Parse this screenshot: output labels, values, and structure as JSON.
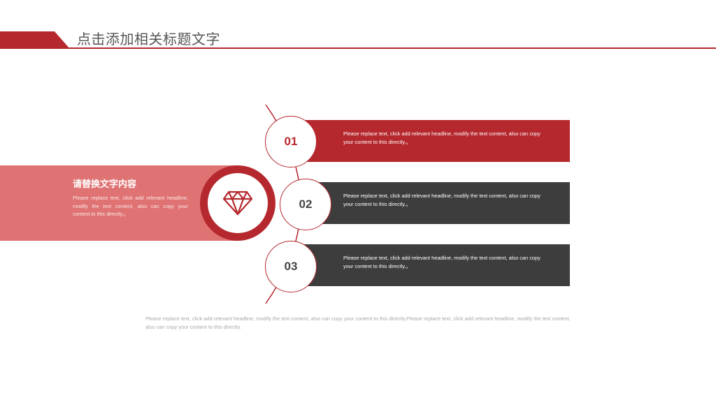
{
  "header": {
    "title": "点击添加相关标题文字"
  },
  "side_panel": {
    "title": "请替换文字内容",
    "body": "Please replace text, click add relevant headline, modify the text content, also can copy your content to this directly.。"
  },
  "center_icon": "diamond-icon",
  "items": [
    {
      "number": "01",
      "text": "Please replace text, click add relevant headline, modify the text content, also can copy your content to this directly.。"
    },
    {
      "number": "02",
      "text": "Please replace text, click add relevant headline, modify the text content, also can copy your content to this directly.。"
    },
    {
      "number": "03",
      "text": "Please replace text, click add relevant headline, modify the text content, also can copy your content to this directly.。"
    }
  ],
  "footer": {
    "text": "Please replace text, click add relevant headline, modify the text content, also can copy your content to this directly.Please replace text, click add relevant headline, modify the text content, also can copy your content to this directly."
  },
  "colors": {
    "accent_red": "#b5282e",
    "panel_pink": "#df7272",
    "dark_gray": "#3d3d3d",
    "number_red": "#b5282e",
    "number_gray": "#444444"
  }
}
